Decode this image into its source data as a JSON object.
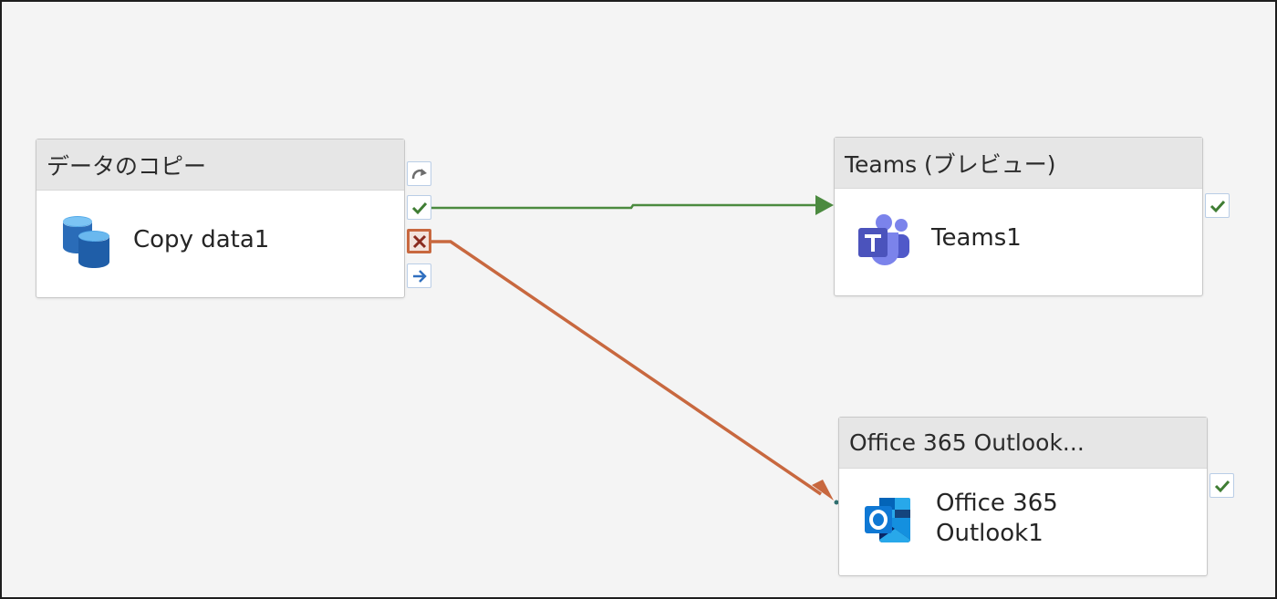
{
  "activities": {
    "copy": {
      "type_label": "データのコピー",
      "name": "Copy data1",
      "icon": "copy-data-database-icon"
    },
    "teams": {
      "type_label": "Teams (ブレビュー)",
      "name": "Teams1",
      "icon": "microsoft-teams-icon"
    },
    "outlook": {
      "type_label": "Office 365 Outlook...",
      "name_line1": "Office 365",
      "name_line2": "Outlook1",
      "icon": "office-365-outlook-icon"
    }
  },
  "ports": {
    "skip": "skip-icon",
    "success": "success-check-icon",
    "failure": "failure-x-icon",
    "completion": "completion-arrow-icon"
  },
  "connections": [
    {
      "from": "Copy data1",
      "condition": "success",
      "to": "Teams1"
    },
    {
      "from": "Copy data1",
      "condition": "failure",
      "to": "Office 365 Outlook1"
    }
  ],
  "colors": {
    "success": "#4b8a3f",
    "failure": "#c8683f",
    "completion": "#2f6fbf",
    "skip": "#6d6d6d",
    "canvas": "#f4f4f4",
    "header": "#e6e6e6"
  }
}
